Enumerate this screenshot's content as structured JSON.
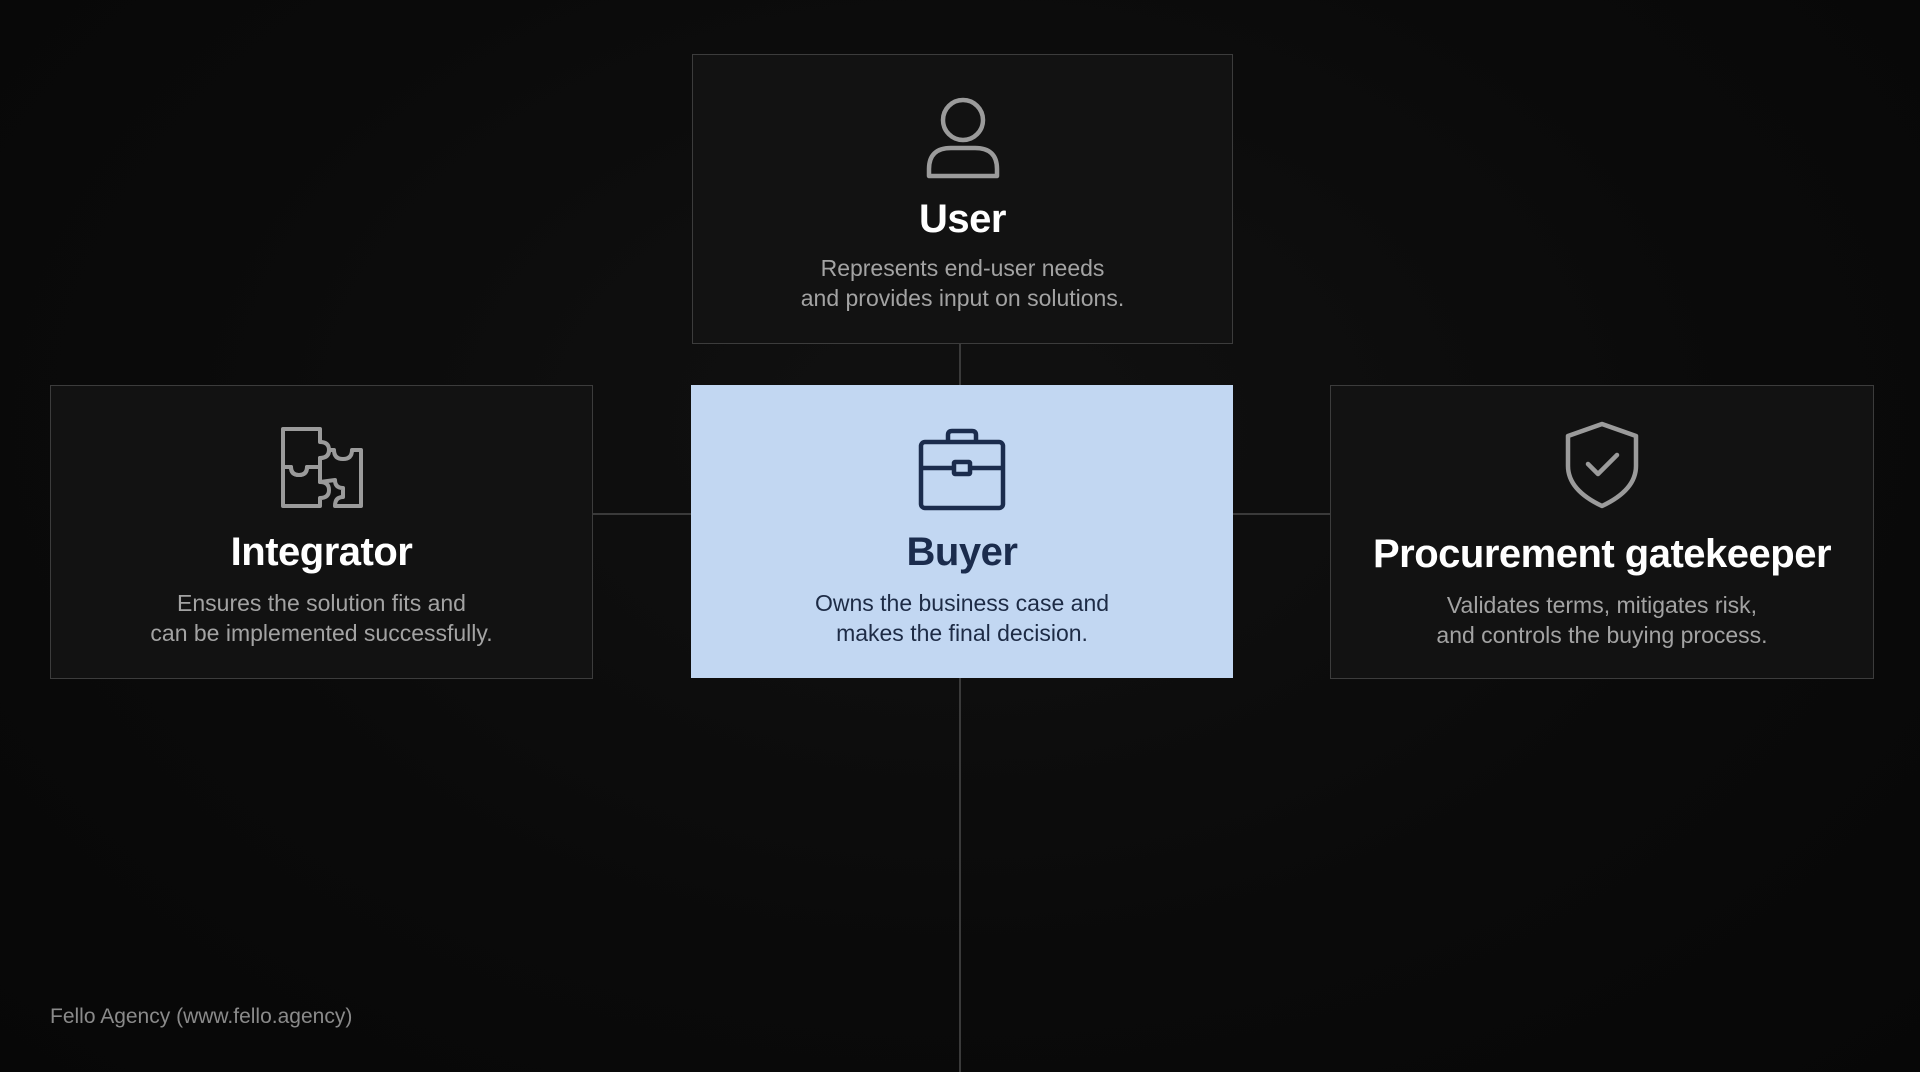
{
  "roles": {
    "user": {
      "icon": "user-icon",
      "title": "User",
      "desc_line1": "Represents end-user needs",
      "desc_line2": "and provides input on solutions."
    },
    "integrator": {
      "icon": "puzzle-icon",
      "title": "Integrator",
      "desc_line1": "Ensures the solution fits and",
      "desc_line2": "can be implemented successfully."
    },
    "buyer": {
      "icon": "briefcase-icon",
      "title": "Buyer",
      "desc_line1": "Owns the business case and",
      "desc_line2": "makes the final decision.",
      "highlight_color": "#c2d7f2",
      "text_color": "#1b2c4d"
    },
    "procurement": {
      "icon": "shield-check-icon",
      "title": "Procurement gatekeeper",
      "desc_line1": "Validates terms, mitigates risk,",
      "desc_line2": "and controls the buying process."
    }
  },
  "footer": {
    "credit": "Fello Agency (www.fello.agency)"
  },
  "colors": {
    "background": "#0a0a0a",
    "card_border": "#3c3c3c",
    "connector": "#3a3a3a",
    "title": "#ffffff",
    "description": "#a3a3a3"
  }
}
